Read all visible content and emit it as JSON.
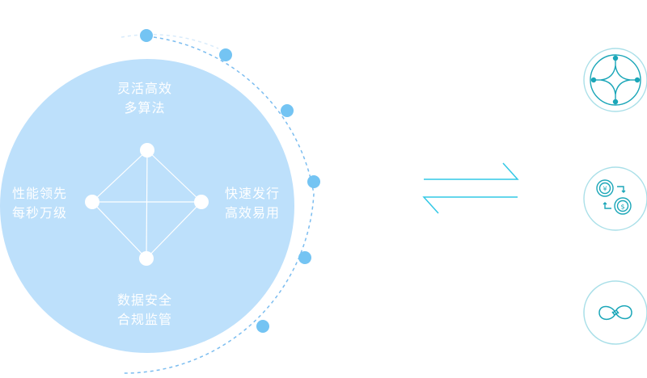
{
  "diagram": {
    "top_lines": [
      "灵活高效",
      "多算法"
    ],
    "left_lines": [
      "性能领先",
      "每秒万级"
    ],
    "right_lines": [
      "快速发行",
      "高效易用"
    ],
    "bottom_lines": [
      "数据安全",
      "合规监管"
    ]
  },
  "icons": [
    {
      "name": "diamond-network-icon"
    },
    {
      "name": "currency-exchange-icon"
    },
    {
      "name": "loop-arrows-icon"
    }
  ],
  "colors": {
    "circle_fill": "#bde0fb",
    "dot_fill": "#74c4f3",
    "dashed_arc": "#5aaee6",
    "arrow": "#32c8e6",
    "icon_stroke": "#1aa6b8"
  }
}
